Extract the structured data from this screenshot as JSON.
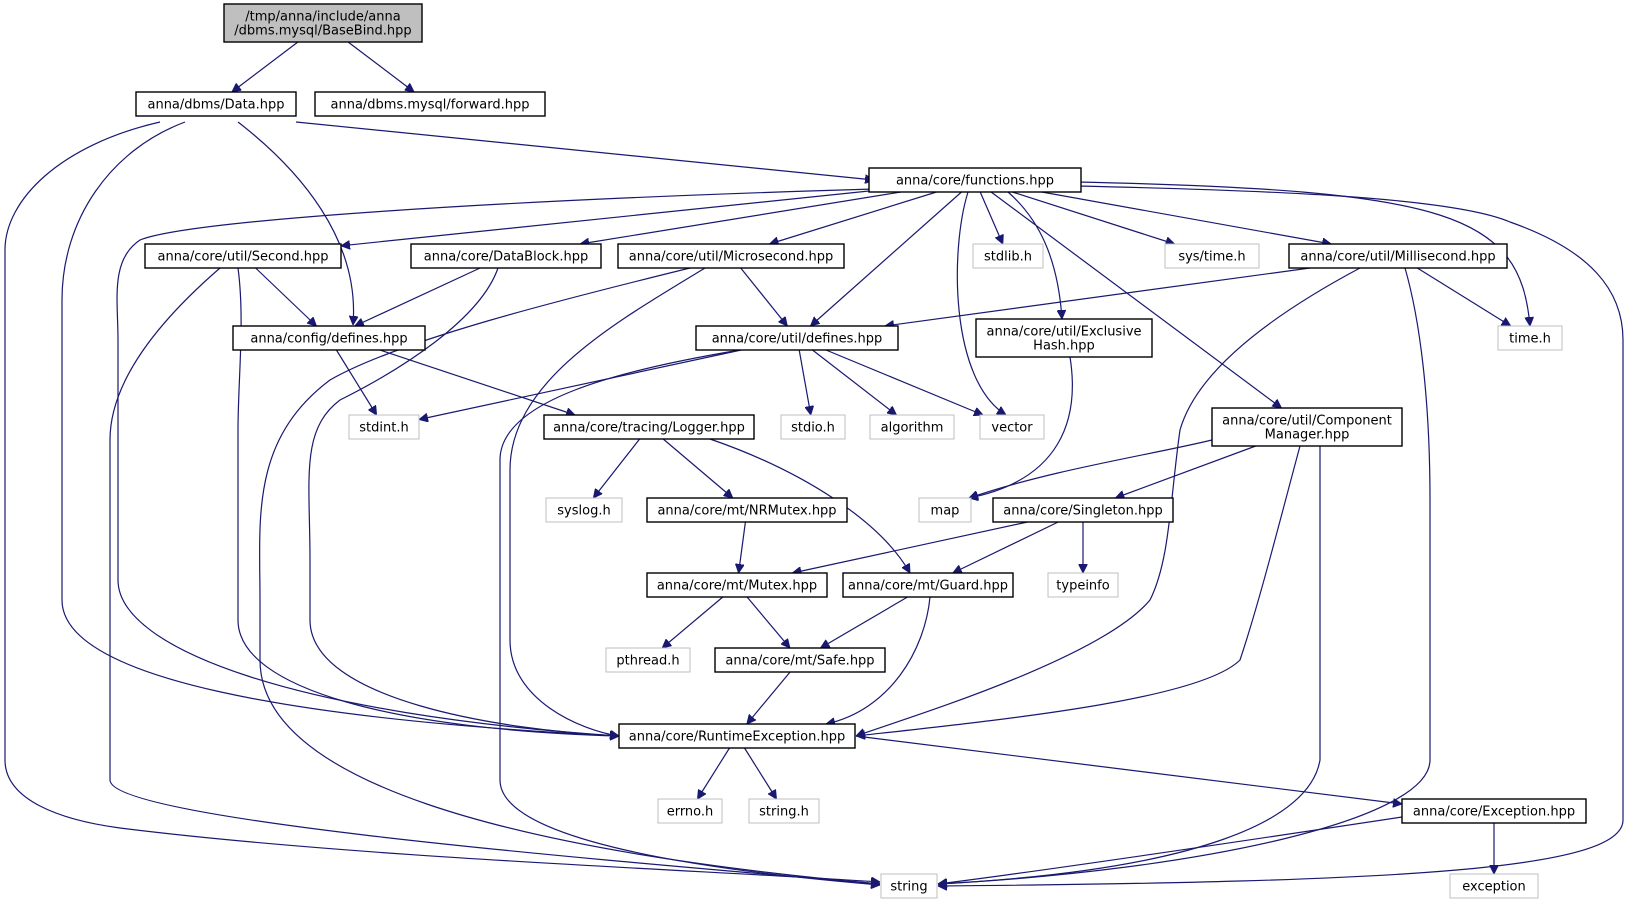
{
  "graph": {
    "nodes": [
      {
        "id": "root",
        "lines": [
          "/tmp/anna/include/anna",
          "/dbms.mysql/BaseBind.hpp"
        ],
        "kind": "root"
      },
      {
        "id": "data",
        "lines": [
          "anna/dbms/Data.hpp"
        ],
        "kind": "file"
      },
      {
        "id": "forward",
        "lines": [
          "anna/dbms.mysql/forward.hpp"
        ],
        "kind": "file"
      },
      {
        "id": "functions",
        "lines": [
          "anna/core/functions.hpp"
        ],
        "kind": "file"
      },
      {
        "id": "second",
        "lines": [
          "anna/core/util/Second.hpp"
        ],
        "kind": "file"
      },
      {
        "id": "datablock",
        "lines": [
          "anna/core/DataBlock.hpp"
        ],
        "kind": "file"
      },
      {
        "id": "microsecond",
        "lines": [
          "anna/core/util/Microsecond.hpp"
        ],
        "kind": "file"
      },
      {
        "id": "stdlib",
        "lines": [
          "stdlib.h"
        ],
        "kind": "external"
      },
      {
        "id": "systime",
        "lines": [
          "sys/time.h"
        ],
        "kind": "external"
      },
      {
        "id": "millisecond",
        "lines": [
          "anna/core/util/Millisecond.hpp"
        ],
        "kind": "file"
      },
      {
        "id": "timeh",
        "lines": [
          "time.h"
        ],
        "kind": "external"
      },
      {
        "id": "configdefines",
        "lines": [
          "anna/config/defines.hpp"
        ],
        "kind": "file"
      },
      {
        "id": "utildefines",
        "lines": [
          "anna/core/util/defines.hpp"
        ],
        "kind": "file"
      },
      {
        "id": "exclusive",
        "lines": [
          "anna/core/util/Exclusive",
          "Hash.hpp"
        ],
        "kind": "file"
      },
      {
        "id": "stdint",
        "lines": [
          "stdint.h"
        ],
        "kind": "external"
      },
      {
        "id": "logger",
        "lines": [
          "anna/core/tracing/Logger.hpp"
        ],
        "kind": "file"
      },
      {
        "id": "stdio",
        "lines": [
          "stdio.h"
        ],
        "kind": "external"
      },
      {
        "id": "algorithm",
        "lines": [
          "algorithm"
        ],
        "kind": "external"
      },
      {
        "id": "vector",
        "lines": [
          "vector"
        ],
        "kind": "external"
      },
      {
        "id": "component",
        "lines": [
          "anna/core/util/Component",
          "Manager.hpp"
        ],
        "kind": "file"
      },
      {
        "id": "syslog",
        "lines": [
          "syslog.h"
        ],
        "kind": "external"
      },
      {
        "id": "nrmutex",
        "lines": [
          "anna/core/mt/NRMutex.hpp"
        ],
        "kind": "file"
      },
      {
        "id": "map",
        "lines": [
          "map"
        ],
        "kind": "external"
      },
      {
        "id": "singleton",
        "lines": [
          "anna/core/Singleton.hpp"
        ],
        "kind": "file"
      },
      {
        "id": "mutex",
        "lines": [
          "anna/core/mt/Mutex.hpp"
        ],
        "kind": "file"
      },
      {
        "id": "guard",
        "lines": [
          "anna/core/mt/Guard.hpp"
        ],
        "kind": "file"
      },
      {
        "id": "typeinfo",
        "lines": [
          "typeinfo"
        ],
        "kind": "external"
      },
      {
        "id": "pthread",
        "lines": [
          "pthread.h"
        ],
        "kind": "external"
      },
      {
        "id": "safe",
        "lines": [
          "anna/core/mt/Safe.hpp"
        ],
        "kind": "file"
      },
      {
        "id": "runtime",
        "lines": [
          "anna/core/RuntimeException.hpp"
        ],
        "kind": "file"
      },
      {
        "id": "errno",
        "lines": [
          "errno.h"
        ],
        "kind": "external"
      },
      {
        "id": "stringh",
        "lines": [
          "string.h"
        ],
        "kind": "external"
      },
      {
        "id": "exception_hpp",
        "lines": [
          "anna/core/Exception.hpp"
        ],
        "kind": "file"
      },
      {
        "id": "string",
        "lines": [
          "string"
        ],
        "kind": "external"
      },
      {
        "id": "exception",
        "lines": [
          "exception"
        ],
        "kind": "external"
      }
    ],
    "edges": [
      [
        "root",
        "data"
      ],
      [
        "root",
        "forward"
      ],
      [
        "data",
        "functions"
      ],
      [
        "data",
        "configdefines"
      ],
      [
        "data",
        "runtime"
      ],
      [
        "data",
        "string"
      ],
      [
        "functions",
        "second"
      ],
      [
        "functions",
        "datablock"
      ],
      [
        "functions",
        "microsecond"
      ],
      [
        "functions",
        "utildefines"
      ],
      [
        "functions",
        "stdlib"
      ],
      [
        "functions",
        "vector"
      ],
      [
        "functions",
        "exclusive"
      ],
      [
        "functions",
        "component"
      ],
      [
        "functions",
        "systime"
      ],
      [
        "functions",
        "millisecond"
      ],
      [
        "functions",
        "timeh"
      ],
      [
        "functions",
        "runtime"
      ],
      [
        "functions",
        "string"
      ],
      [
        "second",
        "configdefines"
      ],
      [
        "second",
        "runtime"
      ],
      [
        "second",
        "string"
      ],
      [
        "datablock",
        "configdefines"
      ],
      [
        "datablock",
        "runtime"
      ],
      [
        "microsecond",
        "utildefines"
      ],
      [
        "microsecond",
        "runtime"
      ],
      [
        "microsecond",
        "string"
      ],
      [
        "millisecond",
        "utildefines"
      ],
      [
        "millisecond",
        "timeh"
      ],
      [
        "millisecond",
        "runtime"
      ],
      [
        "millisecond",
        "string"
      ],
      [
        "configdefines",
        "stdint"
      ],
      [
        "configdefines",
        "logger"
      ],
      [
        "utildefines",
        "stdint"
      ],
      [
        "utildefines",
        "stdio"
      ],
      [
        "utildefines",
        "algorithm"
      ],
      [
        "utildefines",
        "vector"
      ],
      [
        "utildefines",
        "string"
      ],
      [
        "exclusive",
        "map"
      ],
      [
        "component",
        "map"
      ],
      [
        "component",
        "singleton"
      ],
      [
        "component",
        "runtime"
      ],
      [
        "component",
        "string"
      ],
      [
        "logger",
        "syslog"
      ],
      [
        "logger",
        "nrmutex"
      ],
      [
        "logger",
        "guard"
      ],
      [
        "nrmutex",
        "mutex"
      ],
      [
        "singleton",
        "mutex"
      ],
      [
        "singleton",
        "guard"
      ],
      [
        "singleton",
        "typeinfo"
      ],
      [
        "mutex",
        "pthread"
      ],
      [
        "mutex",
        "safe"
      ],
      [
        "guard",
        "safe"
      ],
      [
        "guard",
        "runtime"
      ],
      [
        "safe",
        "runtime"
      ],
      [
        "runtime",
        "errno"
      ],
      [
        "runtime",
        "stringh"
      ],
      [
        "runtime",
        "exception_hpp"
      ],
      [
        "exception_hpp",
        "string"
      ],
      [
        "exception_hpp",
        "exception"
      ]
    ]
  }
}
